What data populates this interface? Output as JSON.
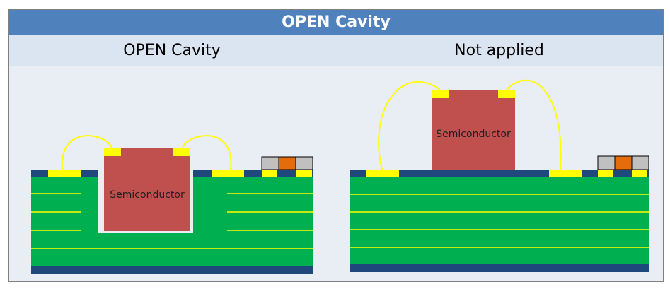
{
  "title": "OPEN Cavity",
  "columns": [
    {
      "label": "OPEN Cavity",
      "chip_label": "Semiconductor"
    },
    {
      "label": "Not applied",
      "chip_label": "Semiconductor"
    }
  ],
  "colors": {
    "header_bg": "#4f81bd",
    "subheader_bg": "#dbe5f1",
    "panel_bg": "#e9edf4",
    "substrate_green": "#00b050",
    "trace_yellow": "#ffff00",
    "dark_blue": "#1f497d",
    "chip_red": "#c0504d",
    "component_gray": "#c0c0c0",
    "component_orange": "#e46c0a"
  }
}
